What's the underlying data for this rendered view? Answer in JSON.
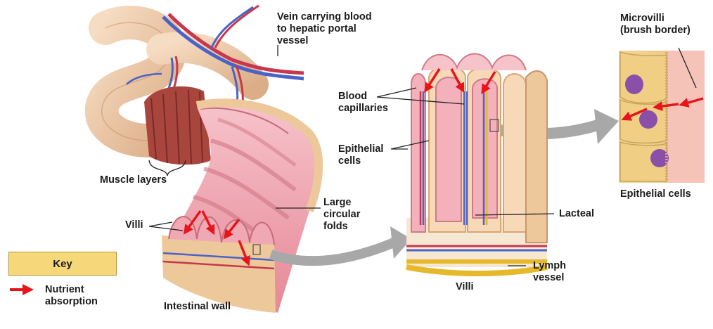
{
  "labels": {
    "vein": [
      "Vein carrying blood",
      "to hepatic portal",
      "vessel"
    ],
    "muscle_layers": "Muscle layers",
    "villi_left": "Villi",
    "large_circular_folds": [
      "Large",
      "circular",
      "folds"
    ],
    "intestinal_wall": "Intestinal wall",
    "blood_capillaries": [
      "Blood",
      "capillaries"
    ],
    "epithelial_cells_mid": [
      "Epithelial",
      "cells"
    ],
    "lacteal": "Lacteal",
    "lymph_vessel": [
      "Lymph",
      "vessel"
    ],
    "villi_center": "Villi",
    "microvilli": [
      "Microvilli",
      "(brush border)"
    ],
    "epithelial_cells_right": "Epithelial cells"
  },
  "key": {
    "title": "Key",
    "arrow_label": [
      "Nutrient",
      "absorption"
    ]
  },
  "colors": {
    "key_fill": "#f6d77a",
    "arrow_red": "#e8141b",
    "flow_arrow_gray": "#a8a8a8",
    "tissue_pink": "#f0a9b4",
    "tissue_tan": "#ecc89a",
    "vein_blue": "#4a63c8",
    "artery_red": "#c8374b",
    "lymph_yellow": "#e6b92b",
    "nucleus_purple": "#8a4fa8"
  }
}
